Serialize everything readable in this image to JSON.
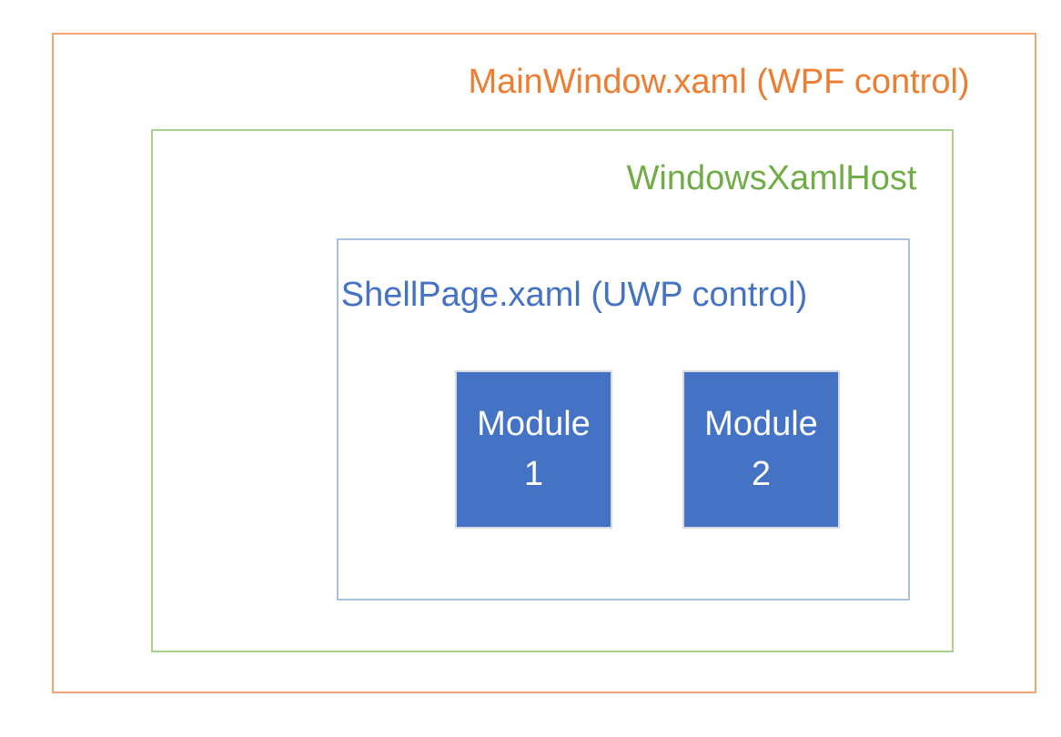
{
  "colors": {
    "background": "#FFFFFF",
    "wpf_text": "#ED7D31",
    "wpf_border": "#F2A471",
    "host_text": "#70AD47",
    "host_border": "#A9D18E",
    "shell_text": "#4472C4",
    "shell_border": "#A7C1E2",
    "module_fill": "#4472C4",
    "module_border": "#D5DAE3",
    "module_text": "#FFFFFF"
  },
  "diagram": {
    "wpf_window": {
      "label": "MainWindow.xaml (WPF control)"
    },
    "xaml_host": {
      "label": "WindowsXamlHost"
    },
    "shell_page": {
      "label": "ShellPage.xaml (UWP control)"
    },
    "modules": [
      {
        "name": "Module",
        "number": "1"
      },
      {
        "name": "Module",
        "number": "2"
      }
    ]
  }
}
